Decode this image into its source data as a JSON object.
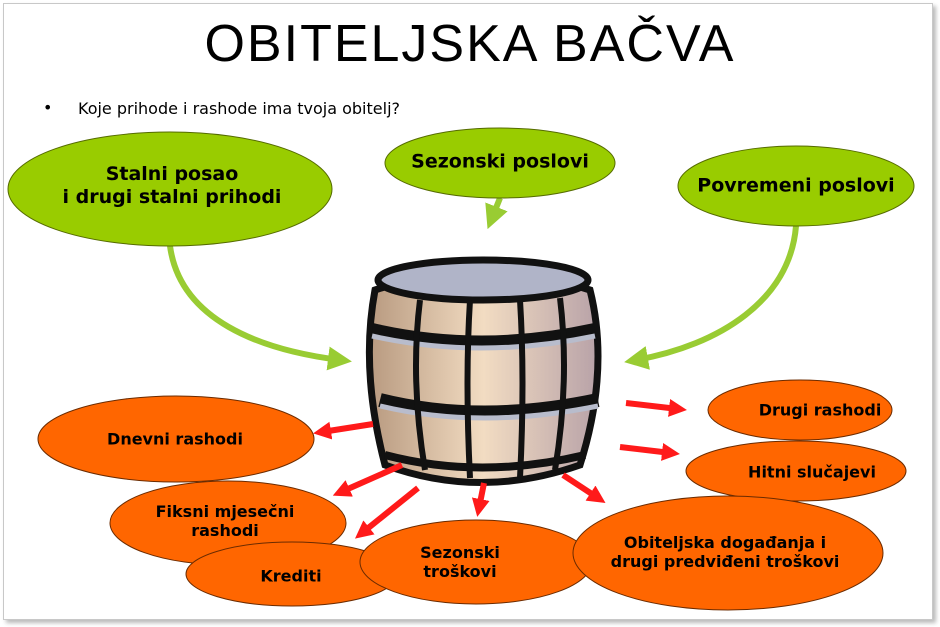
{
  "title": "OBITELJSKA BAČVA",
  "bullet": "Koje prihode i rashode ima tvoja obitelj?",
  "income": [
    {
      "line1": "Stalni posao",
      "line2": "i drugi stalni prihodi"
    },
    {
      "line1": "Sezonski poslovi"
    },
    {
      "line1": "Povremeni poslovi"
    }
  ],
  "expenses": [
    {
      "line1": "Dnevni rashodi"
    },
    {
      "line1": "Drugi rashodi"
    },
    {
      "line1": "Hitni slučajevi"
    },
    {
      "line1": "Fiksni mjesečni",
      "line2": "rashodi"
    },
    {
      "line1": "Krediti"
    },
    {
      "line1": "Sezonski",
      "line2": "troškovi"
    },
    {
      "line1": "Obiteljska događanja i",
      "line2": "drugi predviđeni troškovi"
    }
  ],
  "colors": {
    "income": "#99cc00",
    "expense": "#ff6600",
    "arrow_in": "#99cc33",
    "arrow_out": "#ff1a1a"
  }
}
